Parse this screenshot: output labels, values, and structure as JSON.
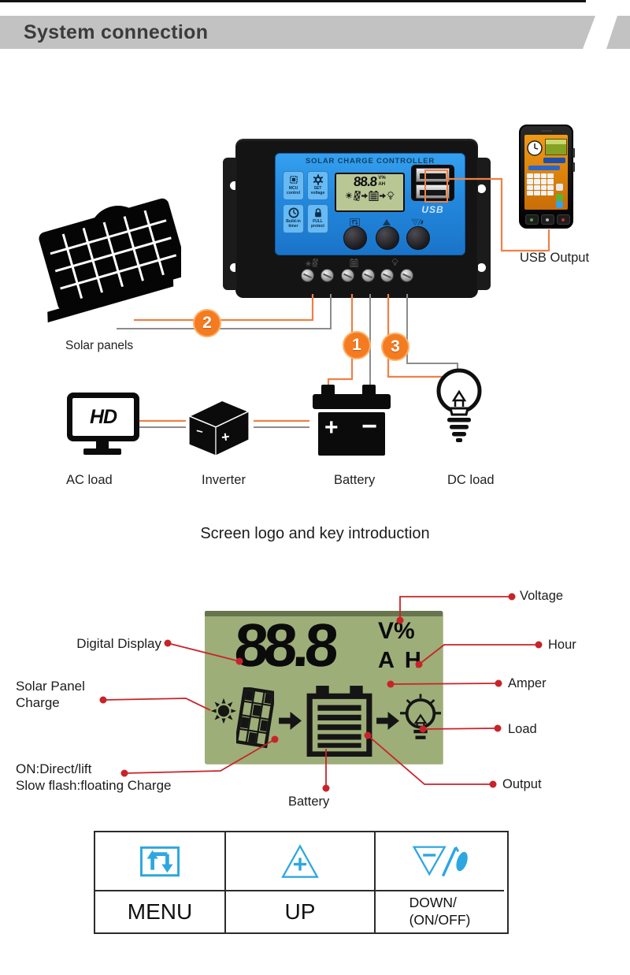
{
  "header": {
    "title": "System connection"
  },
  "controller": {
    "title": "SOLAR CHARGE CONTROLLER",
    "tiles": [
      {
        "icon": "chip-icon",
        "line1": "MCU",
        "line2": "control"
      },
      {
        "icon": "gear-icon",
        "line1": "SET",
        "line2": "voltage"
      },
      {
        "icon": "clock-icon",
        "line1": "Build-in",
        "line2": "timer"
      },
      {
        "icon": "lock-icon",
        "line1": "FULL",
        "line2": "protect"
      }
    ],
    "display": {
      "value": "88.8",
      "unit_top": "V%",
      "unit_bottom": "AH"
    },
    "usb_logo": "USB",
    "keys": [
      "menu-key",
      "up-key",
      "down-onoff-key"
    ]
  },
  "connection": {
    "usb_output_label": "USB Output",
    "badges": {
      "solar": "2",
      "battery": "1",
      "load": "3"
    },
    "labels": {
      "solar": "Solar panels",
      "ac": "AC load",
      "inverter": "Inverter",
      "battery": "Battery",
      "dc": "DC load"
    },
    "hd": "HD",
    "marks": {
      "plus": "+",
      "minus": "−"
    }
  },
  "screen_section": {
    "title": "Screen logo and key introduction",
    "display": {
      "value": "88.8",
      "unit_top": "V%",
      "unit_bottom": "A H"
    },
    "callouts": {
      "voltage": "Voltage",
      "hour": "Hour",
      "amper": "Amper",
      "load": "Load",
      "output": "Output",
      "battery": "Battery",
      "digital_display": "Digital Display",
      "solar_charge_line1": "Solar Panel",
      "solar_charge_line2": "Charge",
      "on_line1": "ON:Direct/lift",
      "on_line2": "Slow flash:floating Charge"
    }
  },
  "key_table": {
    "cells": [
      {
        "icon": "menu-cycle-icon",
        "label": "MENU"
      },
      {
        "icon": "up-triangle-plus-icon",
        "label": "UP"
      },
      {
        "icon": "down-triangle-onoff-icon",
        "label_line1": "DOWN/",
        "label_line2": "(ON/OFF)"
      }
    ]
  },
  "colors": {
    "accent_red": "#c9232a",
    "wire_orange": "#ef8046",
    "wire_gray": "#8c8c8c",
    "badge_orange": "#f47b20",
    "controller_blue": "#2388dd",
    "tile_blue": "#67baf3",
    "lcd_green": "#b9c795",
    "diagram_green": "#9dae78",
    "key_icon_blue": "#2da7e0",
    "header_gray": "#c2c2c2"
  }
}
